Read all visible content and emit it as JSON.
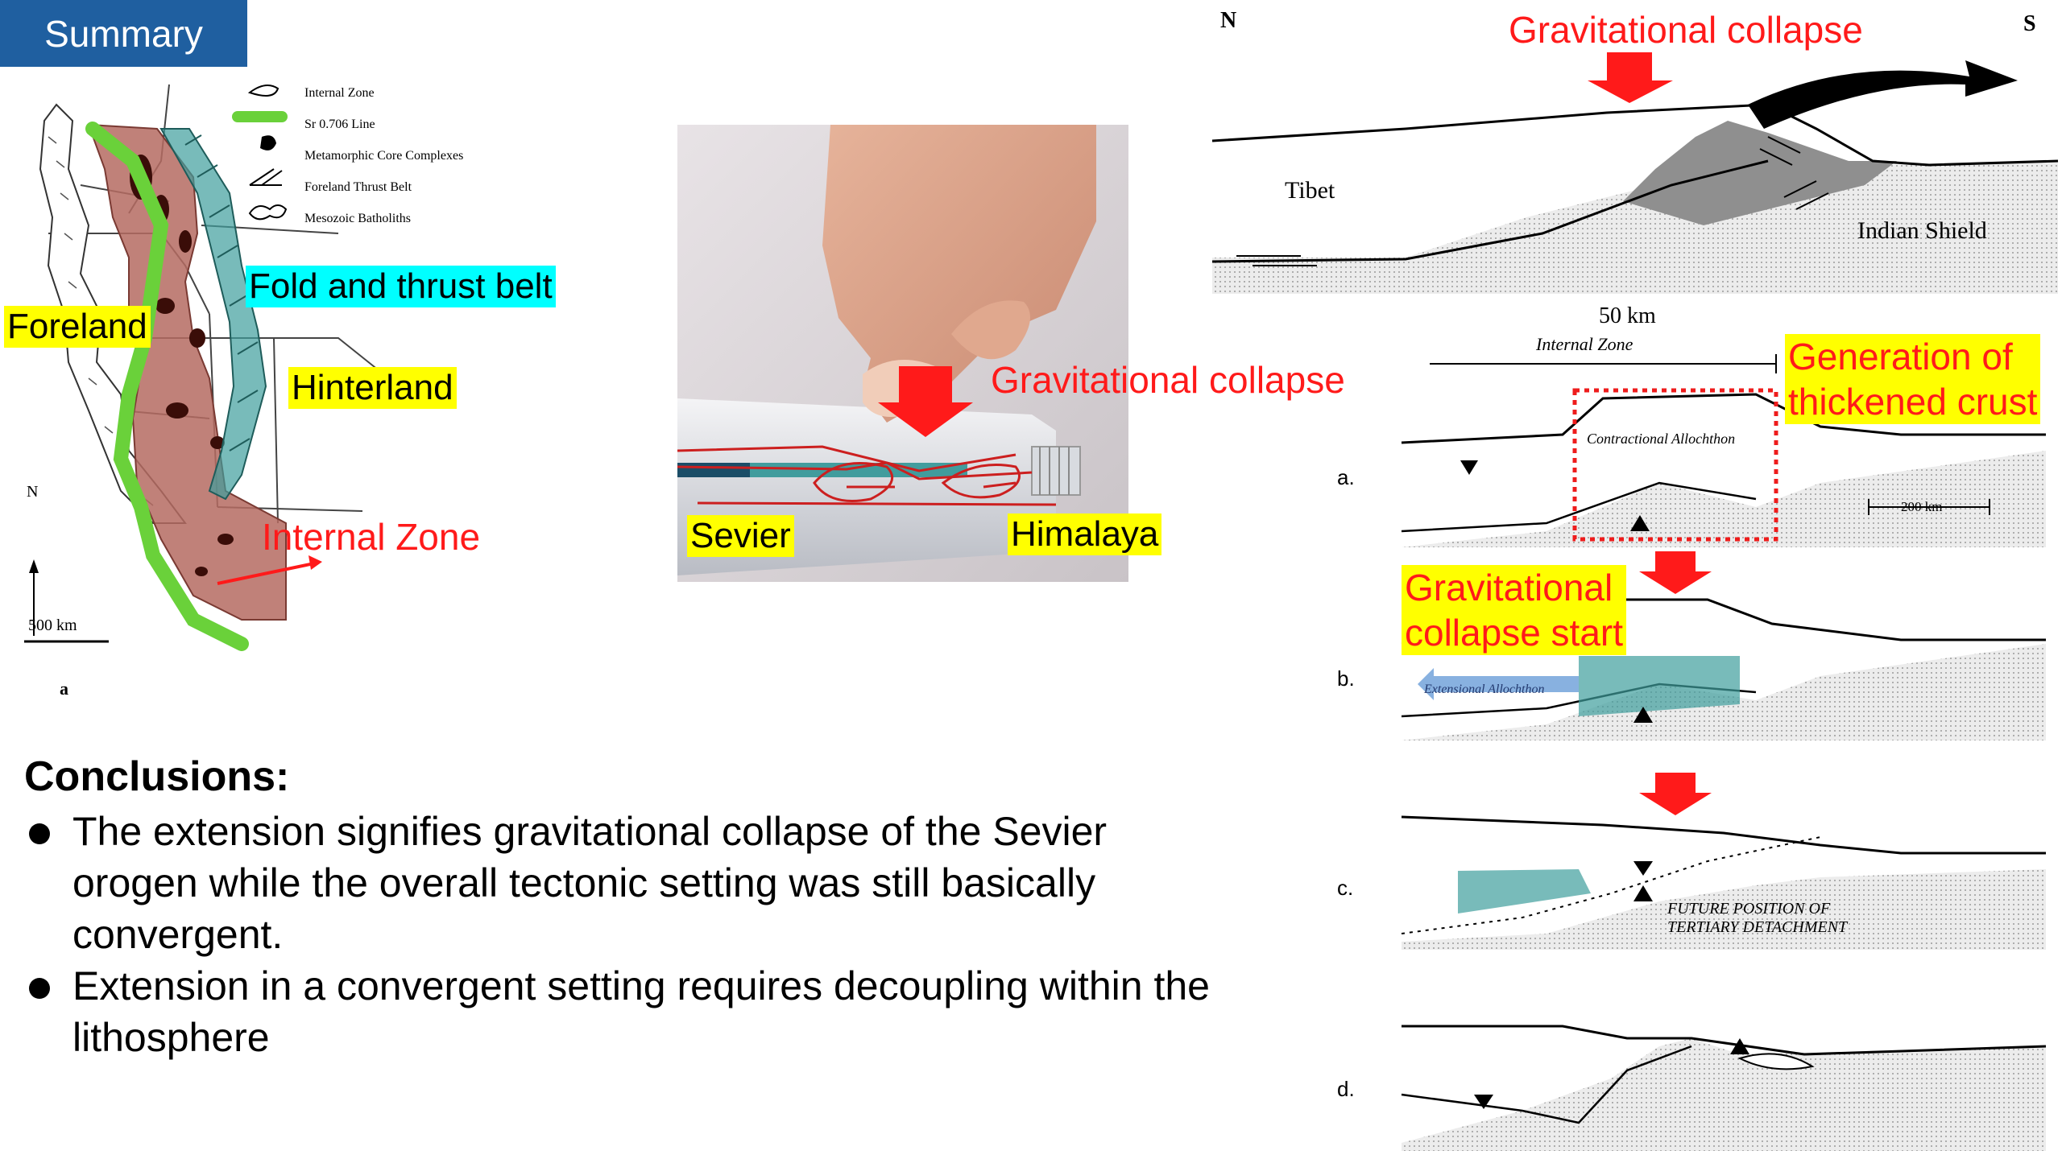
{
  "slide": {
    "title": "Summary"
  },
  "map": {
    "legend": [
      {
        "label": "Internal Zone",
        "icon": "internal-zone-outline-icon"
      },
      {
        "label": "Sr 0.706 Line",
        "icon": "green-line-icon"
      },
      {
        "label": "Metamorphic Core Complexes",
        "icon": "black-blob-icon"
      },
      {
        "label": "Foreland Thrust Belt",
        "icon": "thrust-belt-icon"
      },
      {
        "label": "Mesozoic Batholiths",
        "icon": "batholith-icon"
      }
    ],
    "labels": {
      "fold_thrust": "Fold and thrust belt",
      "foreland": "Foreland",
      "hinterland": "Hinterland",
      "internal_zone": "Internal Zone"
    },
    "north": "N",
    "scale": "500 km",
    "panel": "a"
  },
  "tube": {
    "collapse": "Gravitational collapse",
    "sevier": "Sevier",
    "himalaya": "Himalaya"
  },
  "himalaya_section": {
    "north": "N",
    "south": "S",
    "collapse": "Gravitational collapse",
    "tibet": "Tibet",
    "shield": "Indian Shield",
    "scale": "50 km"
  },
  "stages": {
    "internal_zone": "Internal Zone",
    "generation_line1": "Generation of",
    "generation_line2": "thickened crust",
    "contractional": "Contractional Allochthon",
    "scale": "200 km",
    "collapse_line1": "Gravitational",
    "collapse_line2": "collapse start",
    "extensional": "Extensional Allochthon",
    "future_line1": "FUTURE POSITION OF",
    "future_line2": "TERTIARY DETACHMENT",
    "panels": [
      "a.",
      "b.",
      "c.",
      "d."
    ]
  },
  "conclusions": {
    "title": "Conclusions:",
    "items": [
      "The extension signifies gravitational collapse of the Sevier orogen while the overall tectonic setting was still basically convergent.",
      "Extension in a convergent setting requires decoupling within the lithosphere"
    ]
  },
  "colors": {
    "title_bg": "#1f5fa0",
    "highlight": "#ffff00",
    "cyan": "#00ffff",
    "red": "#ff1a1a",
    "green": "#6ad13a",
    "internal_zone_fill": "#b56b62",
    "teal": "#3f9e9c"
  }
}
